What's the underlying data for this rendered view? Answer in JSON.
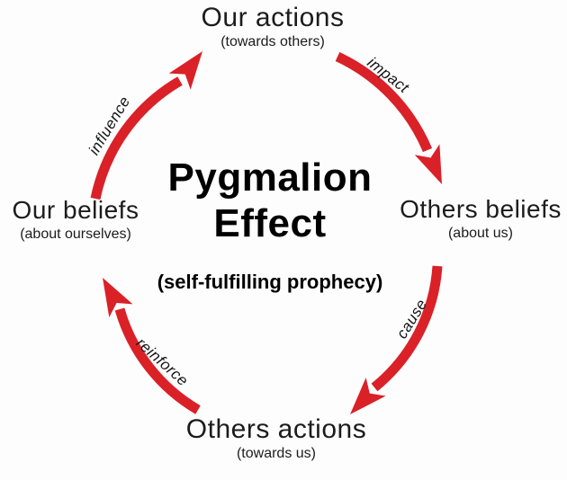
{
  "title": "Pygmalion Effect diagram",
  "colors": {
    "background": "#fdfdfd",
    "arrow_red": "#da2128",
    "text": "#1c1c1c"
  },
  "center": {
    "title_line1": "Pygmalion",
    "title_line2": "Effect",
    "subtitle": "(self-fulfilling prophecy)"
  },
  "nodes": {
    "top": {
      "title": "Our actions",
      "subtitle": "(towards others)"
    },
    "right": {
      "title": "Others beliefs",
      "subtitle": "(about us)"
    },
    "bottom": {
      "title": "Others actions",
      "subtitle": "(towards us)"
    },
    "left": {
      "title": "Our beliefs",
      "subtitle": "(about ourselves)"
    }
  },
  "arrows": [
    {
      "label": "influence",
      "from": "left",
      "to": "top"
    },
    {
      "label": "impact",
      "from": "top",
      "to": "right"
    },
    {
      "label": "cause",
      "from": "right",
      "to": "bottom"
    },
    {
      "label": "reinforce",
      "from": "bottom",
      "to": "left"
    }
  ]
}
